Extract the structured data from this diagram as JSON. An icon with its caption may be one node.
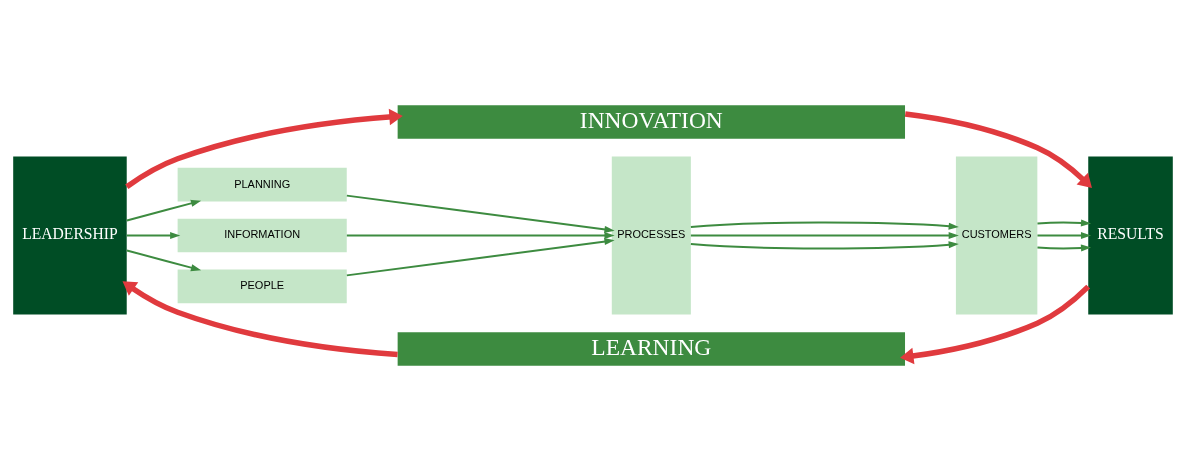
{
  "diagram": {
    "nodes": [
      {
        "text": [
          "INNOVATION"
        ]
      },
      {
        "text": [
          "LEADERSHIP"
        ]
      },
      {
        "text": [
          "PLANNING"
        ]
      },
      {
        "text": [
          "INFORMATION"
        ]
      },
      {
        "text": [
          "PEOPLE"
        ]
      },
      {
        "text": [
          "PROCESSES"
        ]
      },
      {
        "text": [
          "CUSTOMERS"
        ]
      },
      {
        "text": [
          "RESULTS"
        ]
      },
      {
        "text": [
          "LEARNING"
        ]
      }
    ],
    "edges": [
      {
        "from": 1,
        "to": 0,
        "arrow": "to",
        "style": "thick",
        "color": "#e03a3e"
      },
      {
        "from": 0,
        "to": 7,
        "arrow": "to",
        "style": "thick",
        "color": "#e03a3e"
      },
      {
        "from": 7,
        "to": 8,
        "arrow": "to",
        "style": "thick",
        "color": "#e03a3e"
      },
      {
        "from": 8,
        "to": 1,
        "arrow": "to",
        "style": "thick",
        "color": "#e03a3e"
      },
      {
        "from": 1,
        "to": 2,
        "arrow": "to"
      },
      {
        "from": 1,
        "to": 3,
        "arrow": "to"
      },
      {
        "from": 1,
        "to": 4,
        "arrow": "to"
      },
      {
        "from": 2,
        "to": 5,
        "arrow": "to"
      },
      {
        "from": 3,
        "to": 5,
        "arrow": "to"
      },
      {
        "from": 4,
        "to": 5,
        "arrow": "to"
      },
      {
        "from": 5,
        "to": 6,
        "arrow": "to"
      },
      {
        "from": 5,
        "to": 6,
        "arrow": "to"
      },
      {
        "from": 5,
        "to": 6,
        "arrow": "to"
      },
      {
        "from": 6,
        "to": 7,
        "arrow": "to"
      },
      {
        "from": 6,
        "to": 7,
        "arrow": "to"
      },
      {
        "from": 6,
        "to": 7,
        "arrow": "to"
      }
    ]
  }
}
